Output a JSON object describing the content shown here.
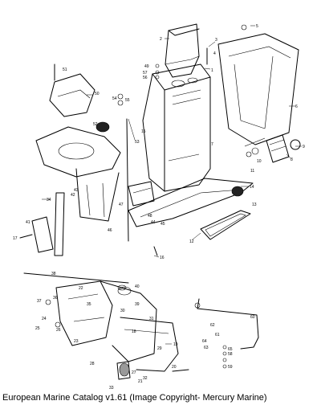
{
  "callouts": [
    "1",
    "2",
    "3",
    "4",
    "5",
    "6",
    "7",
    "8",
    "9",
    "10",
    "11",
    "12",
    "13",
    "14",
    "15",
    "16",
    "17",
    "18",
    "19",
    "20",
    "21",
    "22",
    "23",
    "24",
    "25",
    "26",
    "27",
    "28",
    "29",
    "30",
    "31",
    "32",
    "33",
    "34",
    "35",
    "36",
    "37",
    "38",
    "39",
    "40",
    "41",
    "42",
    "43",
    "44",
    "45",
    "46",
    "47",
    "48",
    "49",
    "50",
    "51",
    "52",
    "53",
    "54",
    "55",
    "56",
    "57",
    "58",
    "59",
    "60",
    "61",
    "62",
    "63",
    "64",
    "65"
  ],
  "footer": {
    "text": "European Marine Catalog v1.61 (Image Copyright- Mercury Marine)"
  }
}
